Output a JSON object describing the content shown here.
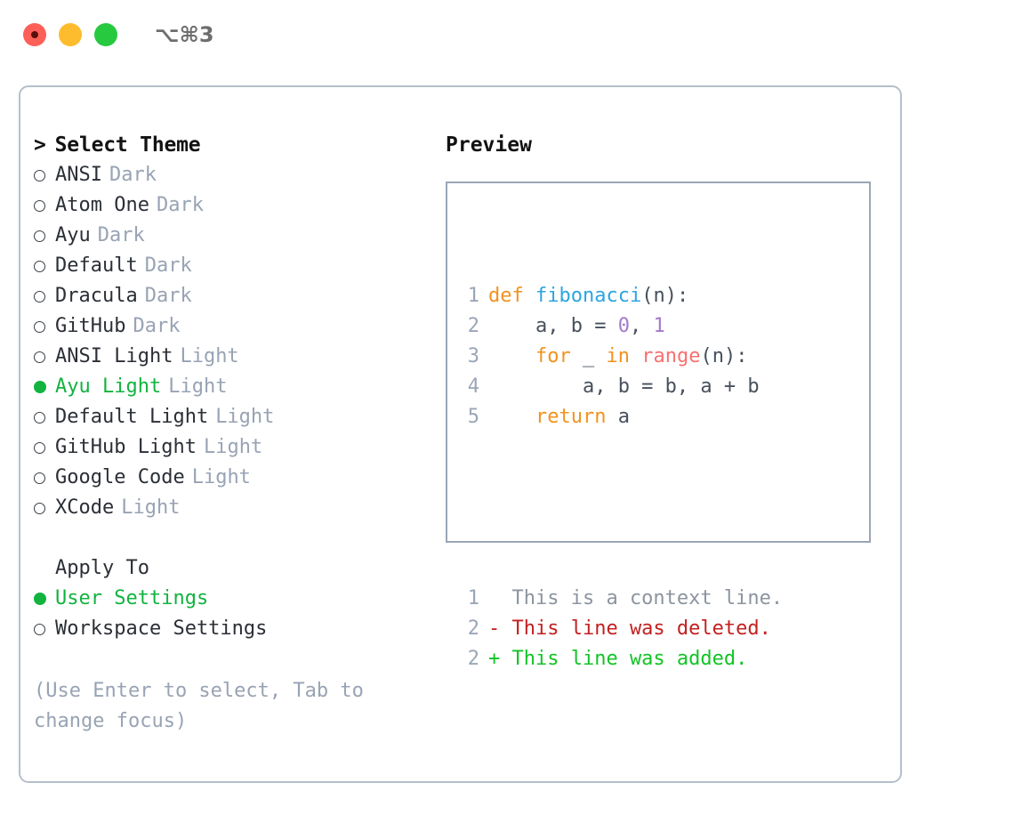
{
  "titlebar": {
    "lights": [
      {
        "name": "close",
        "color": "#fd6058"
      },
      {
        "name": "minimize",
        "color": "#fcbc2e"
      },
      {
        "name": "maximize",
        "color": "#27c93f"
      }
    ],
    "shortcut": "⌥⌘3"
  },
  "theme_list": {
    "heading_caret": ">",
    "heading": "Select Theme",
    "items": [
      {
        "marker": "hollow",
        "name": "ANSI",
        "kind": "Dark",
        "selected": false
      },
      {
        "marker": "hollow",
        "name": "Atom One",
        "kind": "Dark",
        "selected": false
      },
      {
        "marker": "hollow",
        "name": "Ayu",
        "kind": "Dark",
        "selected": false
      },
      {
        "marker": "hollow",
        "name": "Default",
        "kind": "Dark",
        "selected": false
      },
      {
        "marker": "hollow",
        "name": "Dracula",
        "kind": "Dark",
        "selected": false
      },
      {
        "marker": "hollow",
        "name": "GitHub",
        "kind": "Dark",
        "selected": false
      },
      {
        "marker": "hollow",
        "name": "ANSI Light",
        "kind": "Light",
        "selected": false
      },
      {
        "marker": "filled",
        "name": "Ayu Light",
        "kind": "Light",
        "selected": true
      },
      {
        "marker": "hollow",
        "name": "Default Light",
        "kind": "Light",
        "selected": false
      },
      {
        "marker": "hollow",
        "name": "GitHub Light",
        "kind": "Light",
        "selected": false
      },
      {
        "marker": "hollow",
        "name": "Google Code",
        "kind": "Light",
        "selected": false
      },
      {
        "marker": "hollow",
        "name": "XCode",
        "kind": "Light",
        "selected": false
      }
    ]
  },
  "apply_to": {
    "label": "Apply To",
    "options": [
      {
        "marker": "filled",
        "name": "User Settings",
        "selected": true
      },
      {
        "marker": "hollow",
        "name": "Workspace Settings",
        "selected": false
      }
    ]
  },
  "hint": "(Use Enter to select, Tab to change focus)",
  "preview": {
    "title": "Preview",
    "code_lines": [
      {
        "num": "1",
        "tokens": [
          {
            "t": "def ",
            "c": "t-kw"
          },
          {
            "t": "fibonacci",
            "c": "t-fn"
          },
          {
            "t": "(n):",
            "c": "t-txt"
          }
        ]
      },
      {
        "num": "2",
        "tokens": [
          {
            "t": "    a, b = ",
            "c": "t-txt"
          },
          {
            "t": "0",
            "c": "t-num"
          },
          {
            "t": ", ",
            "c": "t-txt"
          },
          {
            "t": "1",
            "c": "t-num"
          }
        ]
      },
      {
        "num": "3",
        "tokens": [
          {
            "t": "    ",
            "c": "t-txt"
          },
          {
            "t": "for",
            "c": "t-kw"
          },
          {
            "t": " _ ",
            "c": "t-txt"
          },
          {
            "t": "in",
            "c": "t-kw"
          },
          {
            "t": " ",
            "c": "t-txt"
          },
          {
            "t": "range",
            "c": "t-call"
          },
          {
            "t": "(n):",
            "c": "t-txt"
          }
        ]
      },
      {
        "num": "4",
        "tokens": [
          {
            "t": "        a, b = b, a + b",
            "c": "t-txt"
          }
        ]
      },
      {
        "num": "5",
        "tokens": [
          {
            "t": "    ",
            "c": "t-txt"
          },
          {
            "t": "return",
            "c": "t-kw"
          },
          {
            "t": " a",
            "c": "t-txt"
          }
        ]
      }
    ],
    "diff_lines": [
      {
        "num": "1",
        "tokens": [
          {
            "t": "  This is a context line.",
            "c": "t-ctx"
          }
        ]
      },
      {
        "num": "2",
        "tokens": [
          {
            "t": "- This line was deleted.",
            "c": "t-del"
          }
        ]
      },
      {
        "num": "2",
        "tokens": [
          {
            "t": "+ This line was added.",
            "c": "t-add"
          }
        ]
      }
    ]
  },
  "colors": {
    "accent_green": "#12b33f",
    "muted": "#98a3b4",
    "keyword_orange": "#f2921d",
    "function_blue": "#2ca5e0",
    "number_purple": "#a37acc",
    "call_salmon": "#f87070",
    "diff_deleted": "#c32020",
    "diff_added": "#12c425",
    "panel_border": "#b5bfcd",
    "preview_border": "#9aa6b7"
  }
}
